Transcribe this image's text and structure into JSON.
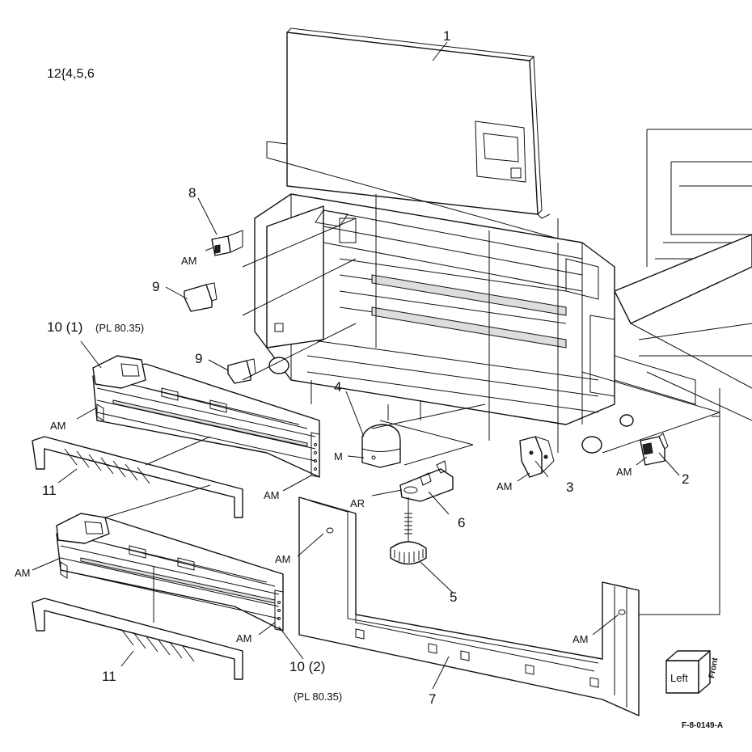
{
  "header": {
    "variant_note": "12{4,5,6"
  },
  "callouts": {
    "c1": "1",
    "c2": "2",
    "c3": "3",
    "c4": "4",
    "c5": "5",
    "c6": "6",
    "c7": "7",
    "c8": "8",
    "c9a": "9",
    "c9b": "9",
    "c10a": "10 (1)",
    "c10a_ref": "(PL 80.35)",
    "c10b": "10 (2)",
    "c10b_ref": "(PL 80.35)",
    "c11a": "11",
    "c11b": "11"
  },
  "fastener_labels": {
    "am": "AM",
    "ar": "AR",
    "m": "M"
  },
  "orientation_box": {
    "left": "Left",
    "front": "Front"
  },
  "figure_code": "F-8-0149-A"
}
